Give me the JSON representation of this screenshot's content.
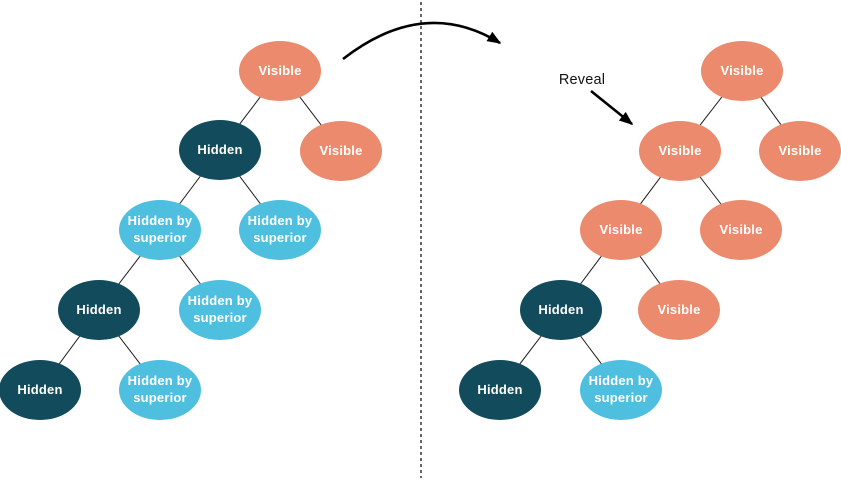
{
  "colors": {
    "visible": "#EC8A6D",
    "hidden": "#114B5C",
    "hidden_by_superior": "#4FBFE0",
    "edge": "#1a1a1a",
    "arrow": "#000000"
  },
  "annotation": {
    "reveal_label": "Reveal"
  },
  "trees": {
    "left": {
      "nodes": [
        {
          "label": "Visible",
          "state": "visible"
        },
        {
          "label": "Hidden",
          "state": "hidden"
        },
        {
          "label": "Visible",
          "state": "visible"
        },
        {
          "label": "Hidden by superior",
          "state": "hidden_by_superior"
        },
        {
          "label": "Hidden by superior",
          "state": "hidden_by_superior"
        },
        {
          "label": "Hidden",
          "state": "hidden"
        },
        {
          "label": "Hidden by superior",
          "state": "hidden_by_superior"
        },
        {
          "label": "Hidden",
          "state": "hidden"
        },
        {
          "label": "Hidden by superior",
          "state": "hidden_by_superior"
        }
      ]
    },
    "right": {
      "nodes": [
        {
          "label": "Visible",
          "state": "visible"
        },
        {
          "label": "Visible",
          "state": "visible"
        },
        {
          "label": "Visible",
          "state": "visible"
        },
        {
          "label": "Visible",
          "state": "visible"
        },
        {
          "label": "Visible",
          "state": "visible"
        },
        {
          "label": "Hidden",
          "state": "hidden"
        },
        {
          "label": "Visible",
          "state": "visible"
        },
        {
          "label": "Hidden",
          "state": "hidden"
        },
        {
          "label": "Hidden by superior",
          "state": "hidden_by_superior"
        }
      ]
    }
  }
}
